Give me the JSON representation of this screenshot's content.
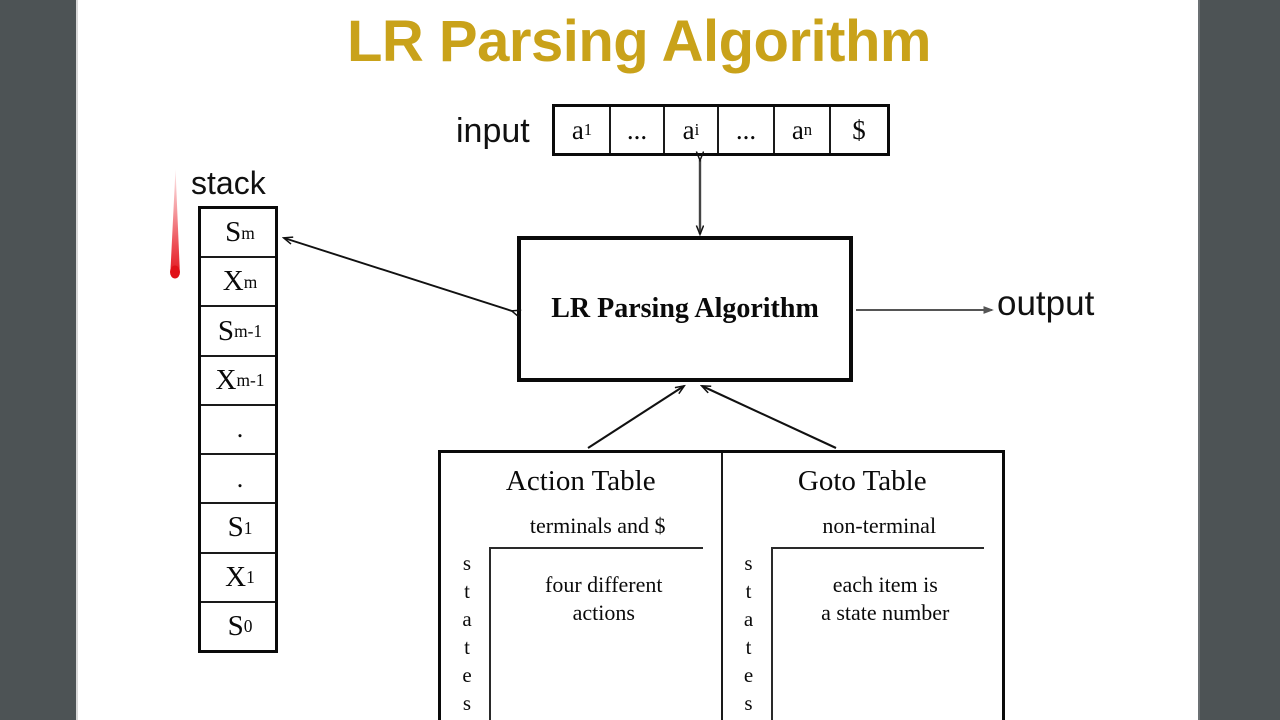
{
  "title": "LR Parsing Algorithm",
  "colors": {
    "title_gold": "#c9a21a",
    "letterbox_gray": "#4d5355",
    "laser_red": "#e8202a",
    "ink": "#0a0a0a"
  },
  "labels": {
    "input": "input",
    "stack": "stack",
    "output": "output"
  },
  "input_tape": {
    "cells": [
      {
        "base": "a",
        "sub": "1",
        "width": 56
      },
      {
        "base": "...",
        "sub": "",
        "width": 54
      },
      {
        "base": "a",
        "sub": "i",
        "width": 54
      },
      {
        "base": "...",
        "sub": "",
        "width": 56
      },
      {
        "base": "a",
        "sub": "n",
        "width": 56
      },
      {
        "base": "$",
        "sub": "",
        "width": 56
      }
    ]
  },
  "stack": {
    "cells": [
      {
        "base": "S",
        "sub": "m"
      },
      {
        "base": "X",
        "sub": "m"
      },
      {
        "base": "S",
        "sub": "m-1"
      },
      {
        "base": "X",
        "sub": "m-1"
      },
      {
        "base": ".",
        "sub": ""
      },
      {
        "base": ".",
        "sub": ""
      },
      {
        "base": "S",
        "sub": "1"
      },
      {
        "base": "X",
        "sub": "1"
      },
      {
        "base": "S",
        "sub": "0"
      }
    ]
  },
  "lr_box": {
    "text": "LR Parsing Algorithm"
  },
  "tables": [
    {
      "title": "Action Table",
      "column_header": "terminals and $",
      "row_header": "states",
      "row_header_letters": [
        "s",
        "t",
        "a",
        "t",
        "e",
        "s"
      ],
      "body_lines": [
        "four different",
        "actions"
      ]
    },
    {
      "title": "Goto Table",
      "column_header": "non-terminal",
      "row_header": "states",
      "row_header_letters": [
        "s",
        "t",
        "a",
        "t",
        "e",
        "s"
      ],
      "body_lines": [
        "each item is",
        "a state number"
      ]
    }
  ],
  "arrows": [
    {
      "name": "stack-to-parser",
      "style": "double-headed"
    },
    {
      "name": "input-to-parser",
      "style": "double-headed"
    },
    {
      "name": "action-table-to-parser",
      "style": "single-headed"
    },
    {
      "name": "goto-table-to-parser",
      "style": "single-headed"
    },
    {
      "name": "parser-to-output",
      "style": "single-headed"
    }
  ]
}
